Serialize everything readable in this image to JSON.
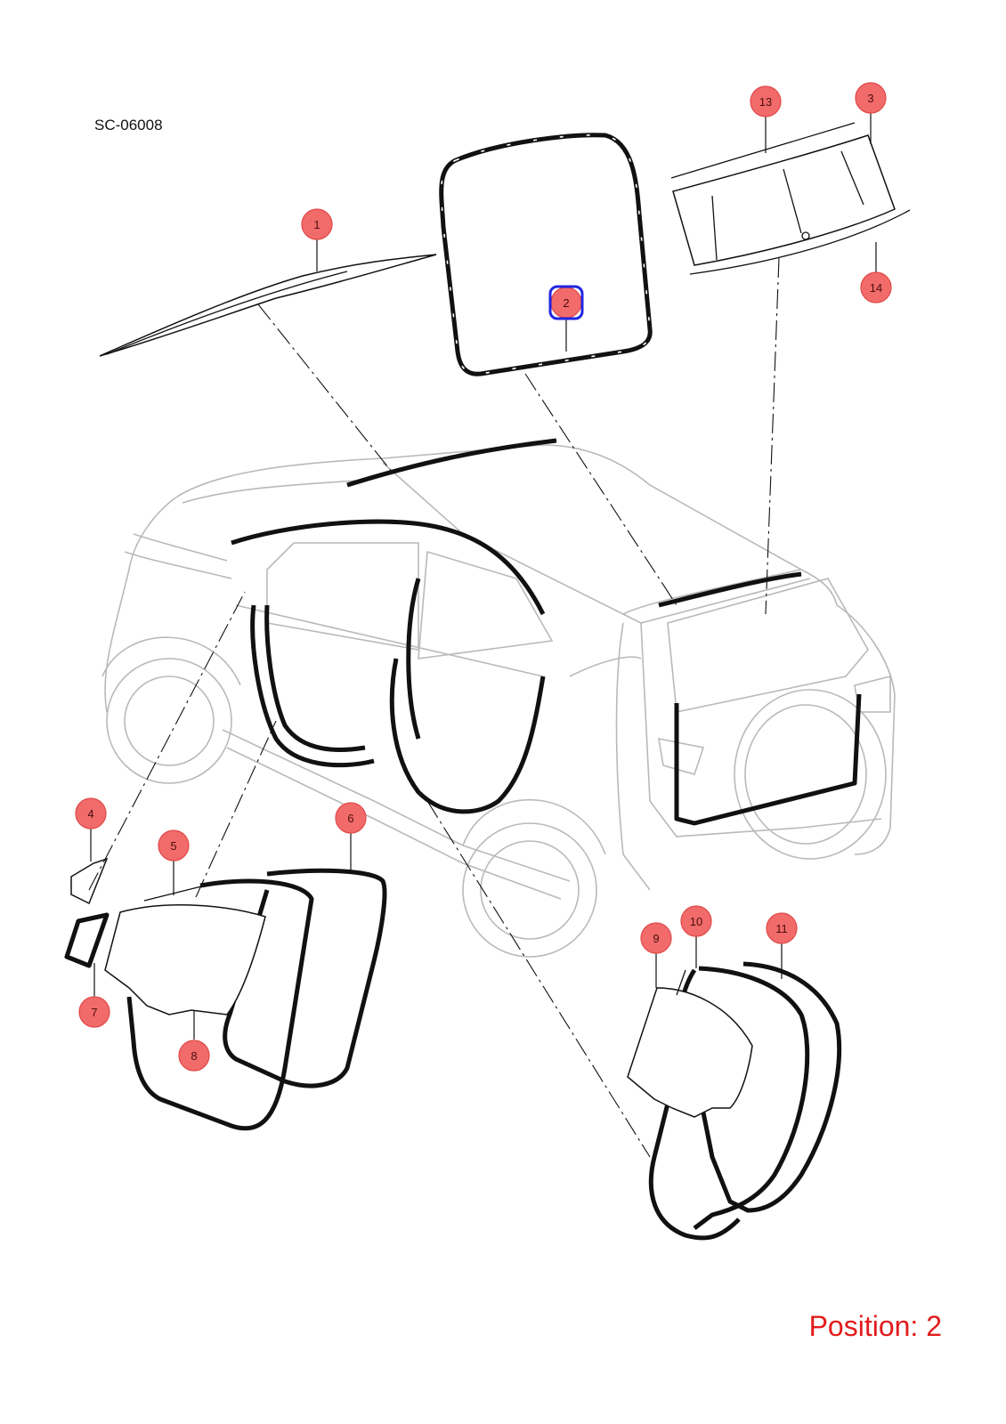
{
  "diagram": {
    "code": "SC-06008",
    "position_text": "Position: 2",
    "selected_callout": "2",
    "colors": {
      "callout_fill": "#f26b6b",
      "selection": "#1f24e0",
      "position_text": "#e21b1b"
    },
    "callouts": [
      {
        "label": "1"
      },
      {
        "label": "2"
      },
      {
        "label": "3"
      },
      {
        "label": "4"
      },
      {
        "label": "5"
      },
      {
        "label": "6"
      },
      {
        "label": "7"
      },
      {
        "label": "8"
      },
      {
        "label": "9"
      },
      {
        "label": "10"
      },
      {
        "label": "11"
      },
      {
        "label": "13"
      },
      {
        "label": "14"
      }
    ]
  }
}
